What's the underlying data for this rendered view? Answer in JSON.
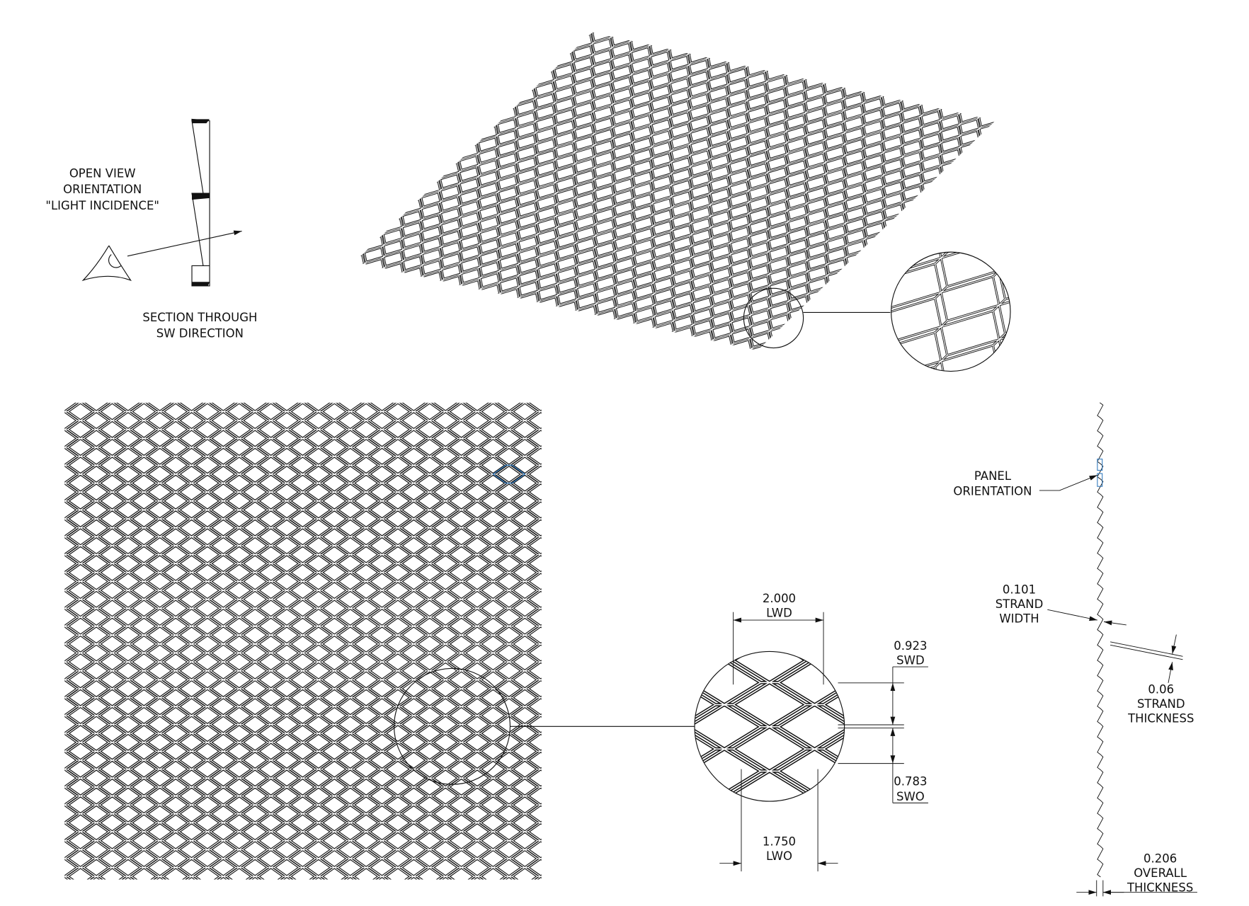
{
  "colors": {
    "line": "#111111",
    "highlight": "#3a7fc0",
    "background": "#ffffff"
  },
  "section_view": {
    "orientation_label": [
      "OPEN VIEW",
      "ORIENTATION",
      "\"LIGHT INCIDENCE\""
    ],
    "section_label": [
      "SECTION THROUGH",
      "SW DIRECTION"
    ]
  },
  "dimensions": {
    "lwd": {
      "value": "2.000",
      "label": "LWD"
    },
    "lwo": {
      "value": "1.750",
      "label": "LWO"
    },
    "swd": {
      "value": "0.923",
      "label": "SWD"
    },
    "swo": {
      "value": "0.783",
      "label": "SWO"
    },
    "strand_width": {
      "value": "0.101",
      "label": [
        "STRAND",
        "WIDTH"
      ]
    },
    "strand_thickness": {
      "value": "0.06",
      "label": [
        "STRAND",
        "THICKNESS"
      ]
    },
    "overall_thickness": {
      "value": "0.206",
      "label": [
        "OVERALL",
        "THICKNESS"
      ]
    }
  },
  "panel_orientation": [
    "PANEL",
    "ORIENTATION"
  ]
}
